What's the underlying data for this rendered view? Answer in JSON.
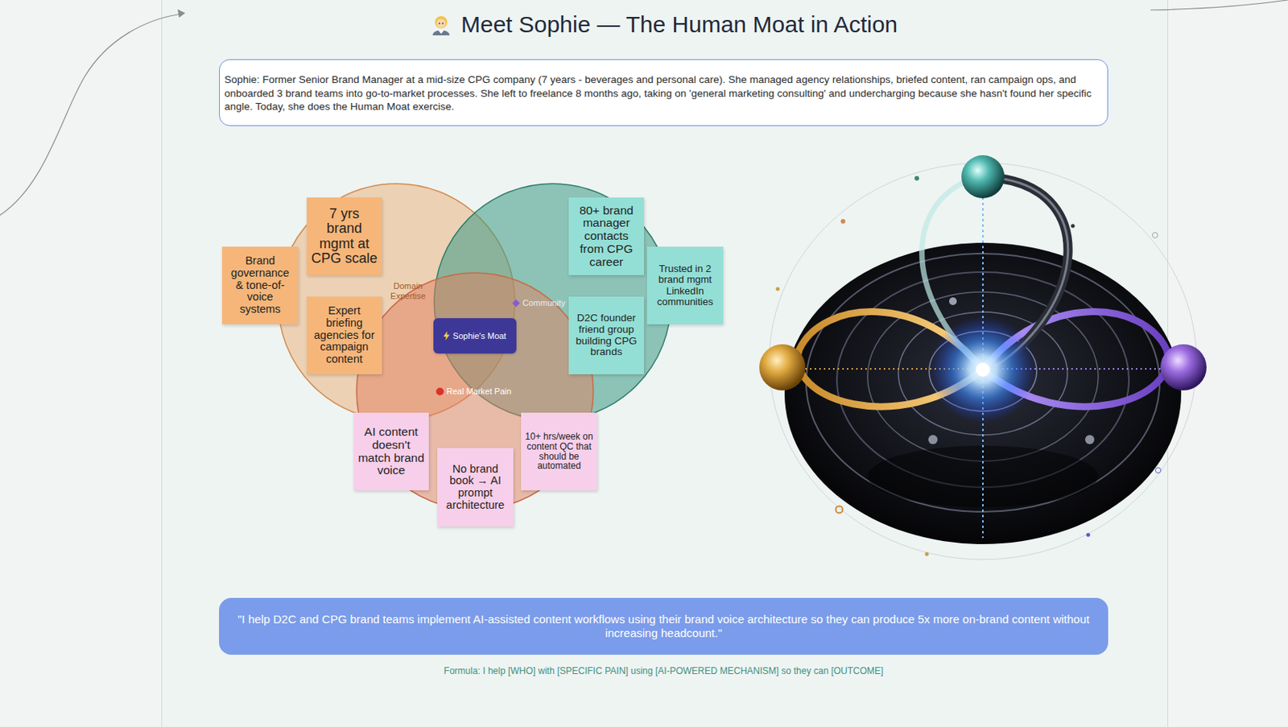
{
  "diagram": {
    "title": "Meet Sophie — The Human Moat in Action",
    "nodes": [
      {
        "text": [
          "Sophie: Former Senior Brand Manager at a mid-size CPG company (7 years - beverages and personal care). She managed agency relationships, briefed content, ran campaign ops, and onboarded 3 brand teams into go-to-market processes. She left to freelance 8 months ago, taking on 'general marketing consulting' and undercharging because she hasn't found her specific angle. Today, she does the Human Moat exercise."
        ]
      },
      {
        "text": [
          "Domain Expertise"
        ]
      },
      {
        "text": [
          "Community"
        ]
      },
      {
        "text": [
          "Real Market Pain"
        ]
      },
      {
        "text": [
          "Sophie's Moat"
        ]
      },
      {
        "text": [
          "7 yrs brand mgmt at CPG scale"
        ]
      },
      {
        "text": [
          "Brand governance & tone-of-voice systems"
        ]
      },
      {
        "text": [
          "Expert briefing agencies for campaign content"
        ]
      },
      {
        "text": [
          "80+ brand manager contacts from CPG career"
        ]
      },
      {
        "text": [
          "Trusted in 2 brand mgmt LinkedIn communities"
        ]
      },
      {
        "text": [
          "D2C founder friend group building CPG brands"
        ]
      },
      {
        "text": [
          "AI content doesn't match brand voice"
        ]
      },
      {
        "text": [
          "No brand book → AI prompt architecture"
        ]
      },
      {
        "text": [
          "10+ hrs/week on content QC that should be automated"
        ]
      },
      {
        "text": [
          "\"I help D2C and CPG brand teams implement AI-assisted content workflows using their brand voice architecture so they can produce 5x more on-brand content without increasing headcount.\""
        ]
      }
    ],
    "labels": [
      "Formula: I help [WHO] with [SPECIFIC PAIN] using [AI-POWERED MECHANISM] so they can [OUTCOME]"
    ]
  }
}
